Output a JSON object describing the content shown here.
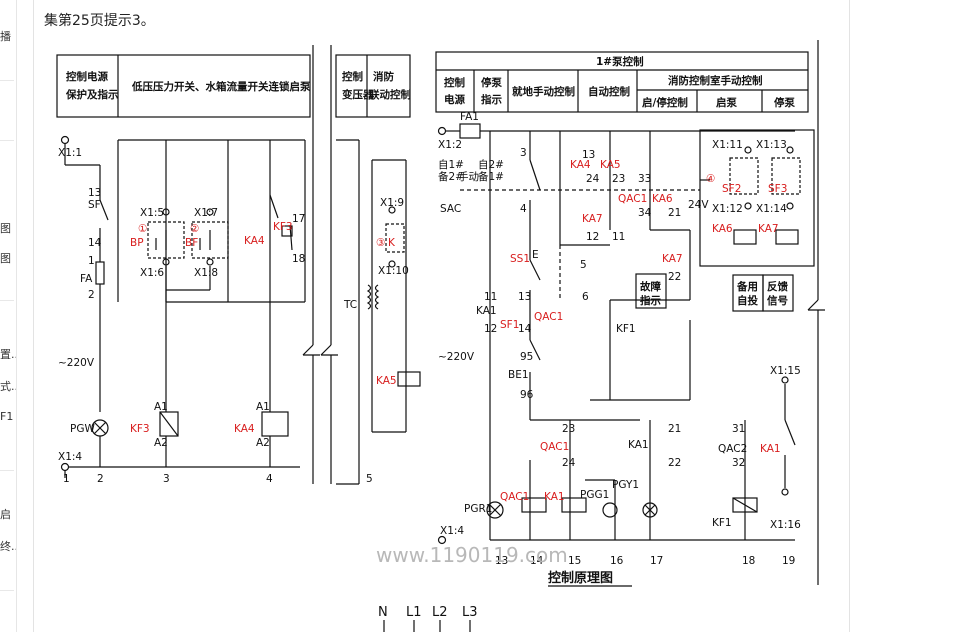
{
  "page": {
    "caption": "集第25页提示3。"
  },
  "sidebar": {
    "items": [
      {
        "label": "播"
      },
      {
        "label": "图"
      },
      {
        "label": "图"
      },
      {
        "label": "置.."
      },
      {
        "label": "式.."
      },
      {
        "label": "F1"
      },
      {
        "label": "启"
      },
      {
        "label": "终.."
      }
    ]
  },
  "diagram": {
    "headers": {
      "ctrl_power_protect": [
        "控制电源",
        "保护及指示"
      ],
      "low_pressure": "低压压力开关、水箱流量开关连锁启泵",
      "ctrl_transformer": [
        "控制",
        "变压器"
      ],
      "fire_linkage": [
        "消防",
        "联动控制"
      ],
      "pump1": "1#泵控制",
      "ctrl_power": [
        "控制",
        "电源"
      ],
      "stop_indicate": [
        "停泵",
        "指示"
      ],
      "local_manual": "就地手动控制",
      "auto_ctrl": "自动控制",
      "fire_room": "消防控制室手动控制",
      "start_stop": "启/停控制",
      "start_pump": "启泵",
      "stop_pump": "停泵",
      "fault_indicate": [
        "故障",
        "指示"
      ],
      "standby": [
        "备用",
        "自投"
      ],
      "feedback": [
        "反馈",
        "信号"
      ]
    },
    "left_labels": {
      "x1_1": "X1:1",
      "sf": "SF",
      "n13": "13",
      "n14": "14",
      "fa": "FA",
      "n1": "1",
      "n2": "2",
      "v220": "~220V",
      "pgw": "PGW",
      "x1_4": "X1:4",
      "x1_5": "X1:5",
      "x1_6": "X1:6",
      "x1_7": "X1:7",
      "x1_8": "X1:8",
      "bp": "BP",
      "bf": "BF",
      "c1": "①",
      "c2": "②",
      "ka4": "KA4",
      "kf3": "KF3",
      "n17": "17",
      "n18": "18",
      "kf3_coil": "KF3",
      "ka4_coil": "KA4",
      "a1": "A1",
      "a2": "A2",
      "col1": "1",
      "col2": "2",
      "col3": "3",
      "col4": "4",
      "col5": "5",
      "x1_9": "X1:9",
      "x1_10": "X1:10",
      "k": "K",
      "c3": "③",
      "tc": "TC",
      "ka5": "KA5"
    },
    "right_labels": {
      "x1_2": "X1:2",
      "fa1": "FA1",
      "man1": [
        "自1#",
        "备2#"
      ],
      "hand": "手动",
      "man2": [
        "自2#",
        "备1#"
      ],
      "sac": "SAC",
      "ka4": "KA4",
      "ka5": "KA5",
      "qac1": "QAC1",
      "ka6": "KA6",
      "ka7": "KA7",
      "ss1": "SS1",
      "sf1": "SF1",
      "ka1": "KA1",
      "kf1": "KF1",
      "be1": "BE1",
      "v220": "~220V",
      "v24": "24V",
      "x1_11": "X1:11",
      "x1_12": "X1:12",
      "x1_13": "X1:13",
      "x1_14": "X1:14",
      "sf2": "SF2",
      "sf3": "SF3",
      "c4": "④",
      "x1_15": "X1:15",
      "x1_16": "X1:16",
      "qac2": "QAC2",
      "pgr1": "PGR1",
      "pgg1": "PGG1",
      "pgy1": "PGY1",
      "x1_4b": "X1:4",
      "e": "E",
      "cols": [
        "13",
        "14",
        "15",
        "16",
        "17",
        "18",
        "19"
      ],
      "nums": {
        "n11": "11",
        "n12": "12",
        "n13": "13",
        "n14": "14",
        "n21": "21",
        "n22": "22",
        "n23": "23",
        "n24": "24",
        "n31": "31",
        "n32": "32",
        "n33": "33",
        "n34": "34",
        "n95": "95",
        "n96": "96",
        "n3": "3",
        "n4": "4",
        "n5": "5",
        "n6": "6"
      }
    },
    "watermark": "www.1190119.com",
    "title": "控制原理图",
    "phases": [
      "N",
      "L1",
      "L2",
      "L3"
    ]
  }
}
